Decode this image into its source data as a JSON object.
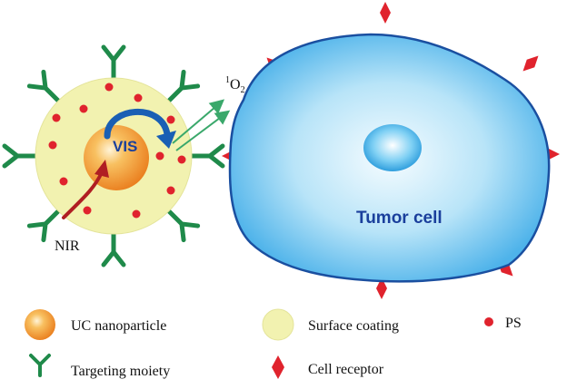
{
  "labels": {
    "vis": "VIS",
    "nir": "NIR",
    "singlet_oxygen": {
      "prefix": "1",
      "main": "O",
      "sub": "2"
    },
    "tumor_cell": "Tumor cell"
  },
  "legend": {
    "uc_nanoparticle": "UC nanoparticle",
    "surface_coating": "Surface coating",
    "ps": "PS",
    "targeting_moiety": "Targeting moiety",
    "cell_receptor": "Cell receptor"
  },
  "colors": {
    "coating": "#f2f2b0",
    "core": "#f29a2e",
    "ps_dot": "#e0232d",
    "antibody": "#1f8a4a",
    "cell_fill": "#6ec6f0",
    "cell_edge": "#1a4fa0",
    "receptor": "#e0232d",
    "text_blue": "#1a3f9c",
    "nir_arrow": "#b01e23",
    "vis_arrow": "#1a5fb4",
    "o2_arrow": "#3aa86b"
  }
}
